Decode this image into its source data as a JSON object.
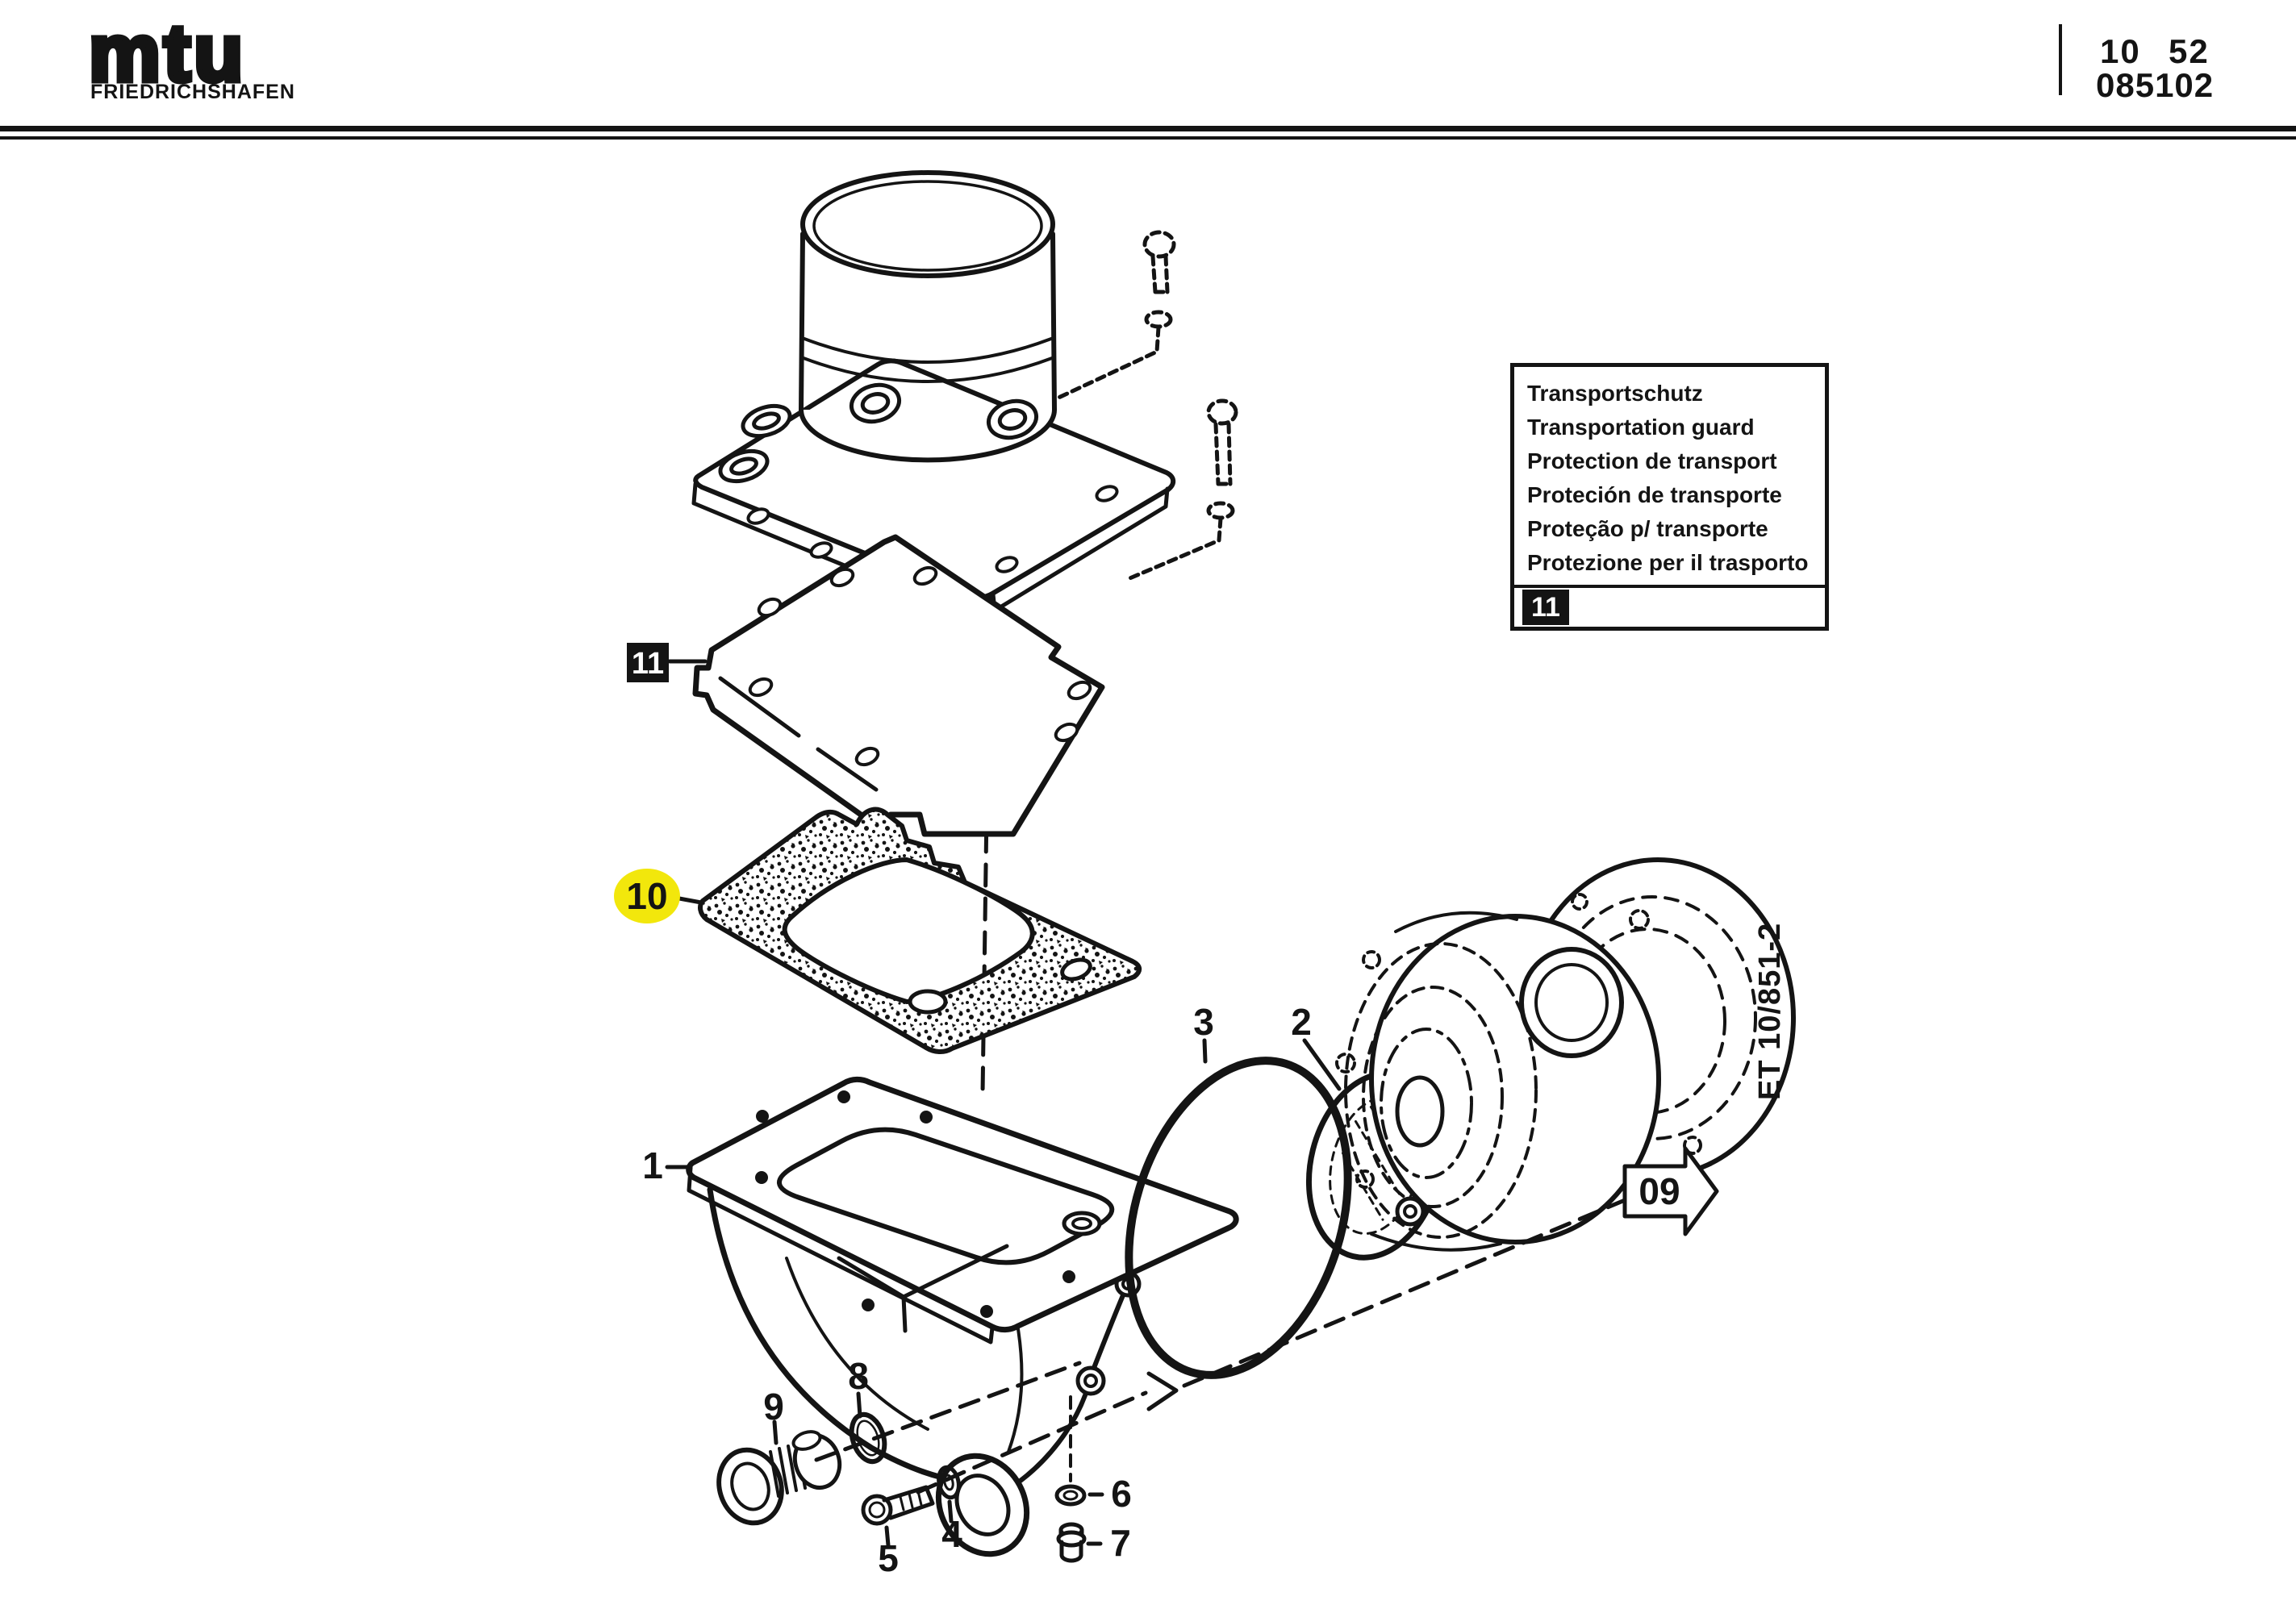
{
  "header": {
    "logo_text": "mtu",
    "logo_subtext": "FRIEDRICHSHAFEN",
    "doc_col_left": "10",
    "doc_col_right": "52",
    "doc_number": "085102"
  },
  "info_box": {
    "lines": [
      "Transportschutz",
      "Transportation guard",
      "Protection de transport",
      "Proteción de transporte",
      "Proteção p/ transporte",
      "Protezione per il trasporto"
    ],
    "ref_label": "11"
  },
  "drawing": {
    "ref_code": "ET 10/851-2",
    "nav_arrow_label": "09",
    "highlight_color": "#f2e70c"
  },
  "parts": {
    "p1": "1",
    "p2": "2",
    "p3": "3",
    "p4": "4",
    "p5": "5",
    "p6": "6",
    "p7": "7",
    "p8": "8",
    "p9": "9",
    "p10": "10",
    "p11": "11"
  }
}
